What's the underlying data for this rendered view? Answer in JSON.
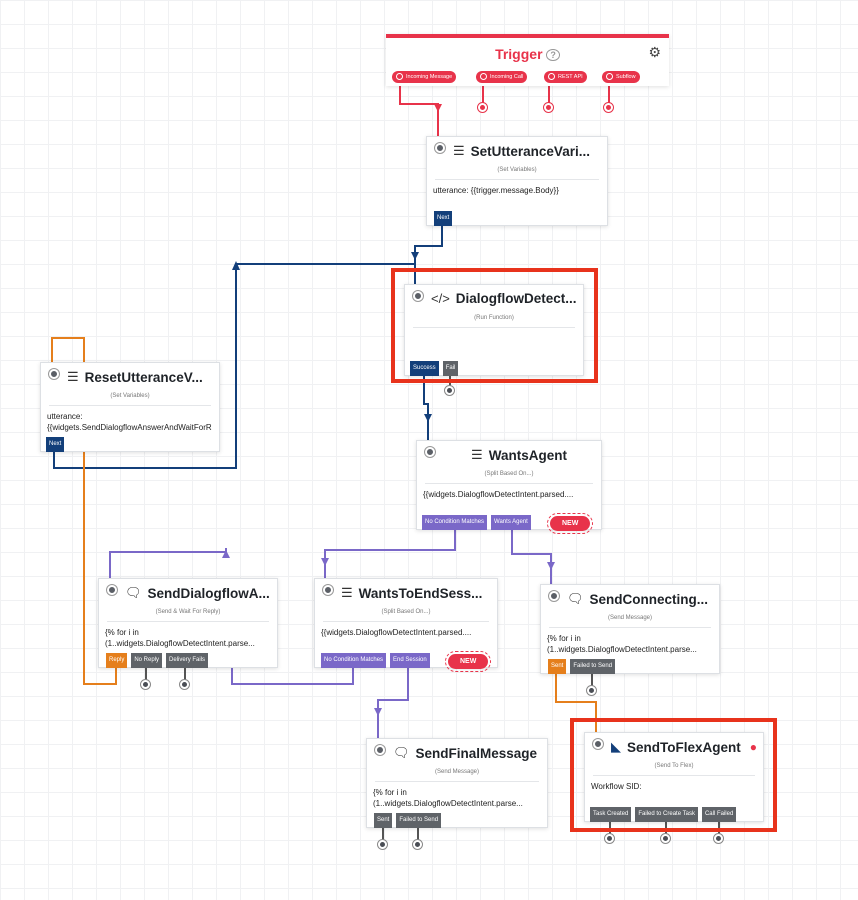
{
  "trigger": {
    "title": "Trigger",
    "help": "?",
    "chips": [
      "Incoming Message",
      "Incoming Call",
      "REST API",
      "Subflow"
    ]
  },
  "widgets": {
    "set_utterance": {
      "title": "SetUtteranceVari...",
      "subtitle": "(Set Variables)",
      "body": "utterance: {{trigger.message.Body}}",
      "ports": [
        "Next"
      ]
    },
    "dialogflow_detect": {
      "title": "DialogflowDetect...",
      "subtitle": "(Run Function)",
      "body": "",
      "ports": [
        "Success",
        "Fail"
      ]
    },
    "reset_utterance": {
      "title": "ResetUtteranceV...",
      "subtitle": "(Set Variables)",
      "body": "utterance:\n{{widgets.SendDialogflowAnswerAndWaitForR",
      "ports": [
        "Next"
      ]
    },
    "wants_agent": {
      "title": "WantsAgent",
      "subtitle": "(Split Based On...)",
      "body": "{{widgets.DialogflowDetectIntent.parsed....",
      "ports": [
        "No Condition Matches",
        "Wants Agent"
      ],
      "badge": "NEW"
    },
    "send_dialogflow": {
      "title": "SendDialogflowA...",
      "subtitle": "(Send & Wait For Reply)",
      "body": "{% for i in\n(1..widgets.DialogflowDetectIntent.parse...",
      "ports": [
        "Reply",
        "No Reply",
        "Delivery Fails"
      ]
    },
    "wants_to_end": {
      "title": "WantsToEndSess...",
      "subtitle": "(Split Based On...)",
      "body": "{{widgets.DialogflowDetectIntent.parsed....",
      "ports": [
        "No Condition Matches",
        "End Session"
      ],
      "badge": "NEW"
    },
    "send_connecting": {
      "title": "SendConnecting...",
      "subtitle": "(Send Message)",
      "body": "{% for i in\n(1..widgets.DialogflowDetectIntent.parse...",
      "ports": [
        "Sent",
        "Failed to Send"
      ]
    },
    "send_final": {
      "title": "SendFinalMessage",
      "subtitle": "(Send Message)",
      "body": "{% for i in\n(1..widgets.DialogflowDetectIntent.parse...",
      "ports": [
        "Sent",
        "Failed to Send"
      ]
    },
    "send_to_flex": {
      "title": "SendToFlexAgent",
      "subtitle": "(Send To Flex)",
      "body": "Workflow SID:",
      "ports": [
        "Task Created",
        "Failed to Create Task",
        "Call Failed"
      ]
    }
  },
  "icons": {
    "set_variables": "sliders-icon",
    "run_function": "code-icon",
    "split": "sliders-icon",
    "send_message": "chat-icon",
    "send_to_flex": "flex-icon",
    "trigger_settings": "gear-icon",
    "error": "error-icon"
  },
  "colors": {
    "trigger": "#e8334a",
    "next_wire": "#133f7a",
    "split_wire": "#7a68c8",
    "reply_wire": "#e57f1c",
    "highlight": "#e8331c"
  }
}
